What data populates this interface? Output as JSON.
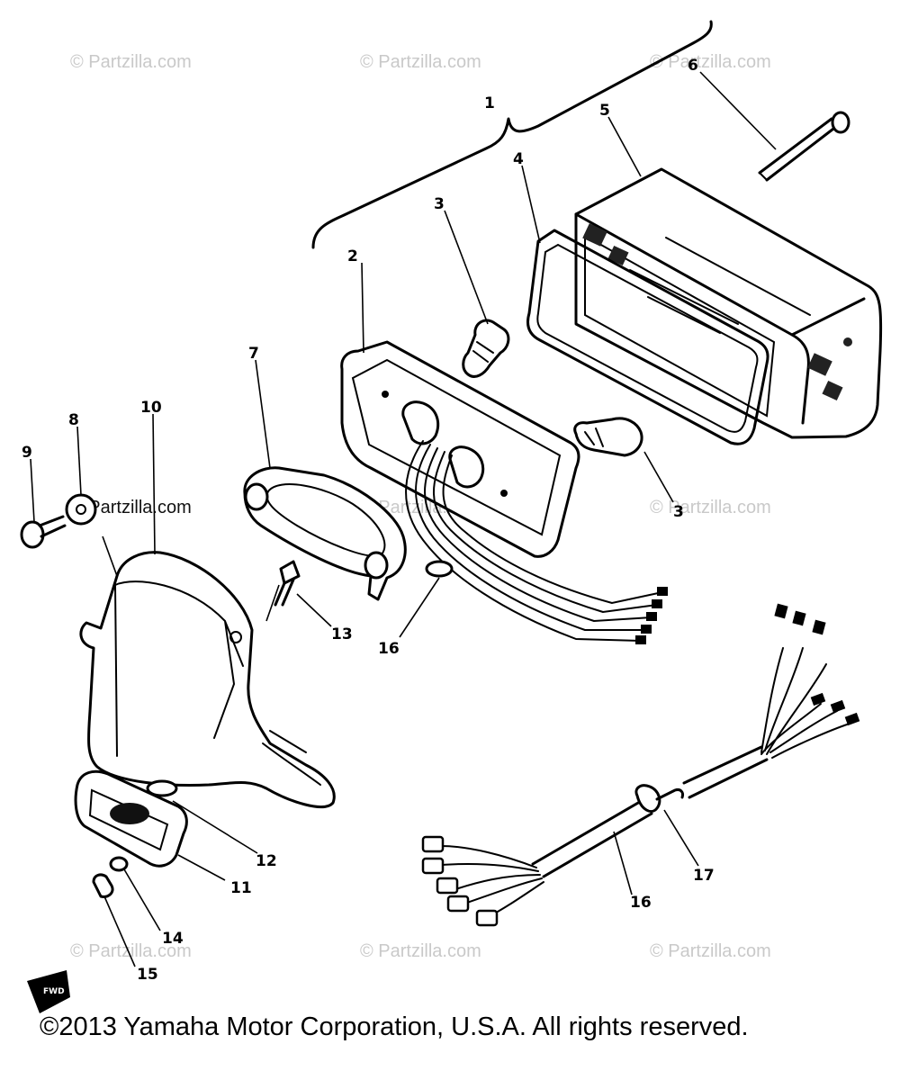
{
  "watermarks": {
    "w1": "© Partzilla.com",
    "w2": "© Partzilla.com",
    "w3": "© Partzilla.com",
    "w4": "© Partzilla.com",
    "w5": "© Partzilla.com",
    "w6": "© Partzilla.com",
    "w7": "© Partzilla.com",
    "w8": "© Partzilla.com",
    "w9": "© Partzilla.com"
  },
  "callouts": {
    "c1": "1",
    "c2": "2",
    "c3a": "3",
    "c3b": "3",
    "c4": "4",
    "c5": "5",
    "c6": "6",
    "c7": "7",
    "c8": "8",
    "c9": "9",
    "c10": "10",
    "c11": "11",
    "c12": "12",
    "c13": "13",
    "c14": "14",
    "c15": "15",
    "c16a": "16",
    "c16b": "16",
    "c17": "17"
  },
  "fwd_label": "FWD",
  "copyright": "©2013 Yamaha Motor Corporation, U.S.A. All rights reserved."
}
